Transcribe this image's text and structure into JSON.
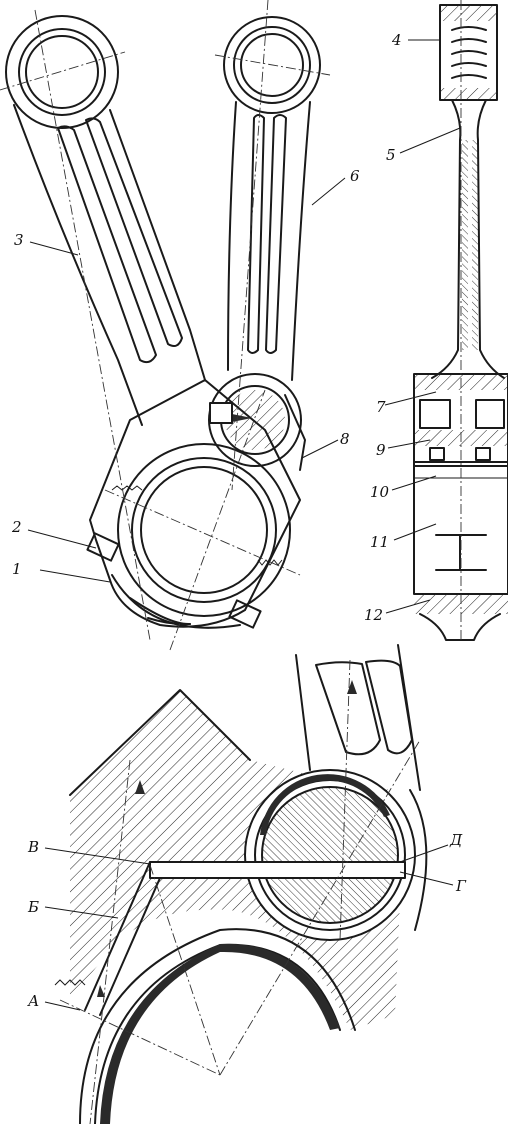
{
  "labels": {
    "l1": "1",
    "l2": "2",
    "l3": "3",
    "l4": "4",
    "l5": "5",
    "l6": "6",
    "l7": "7",
    "l8": "8",
    "l9": "9",
    "l10": "10",
    "l11": "11",
    "l12": "12",
    "lA": "А",
    "lB": "Б",
    "lV": "В",
    "lG": "Г",
    "lD": "Д"
  },
  "colors": {
    "ink": "#1a1a1a",
    "paper": "#ffffff"
  }
}
